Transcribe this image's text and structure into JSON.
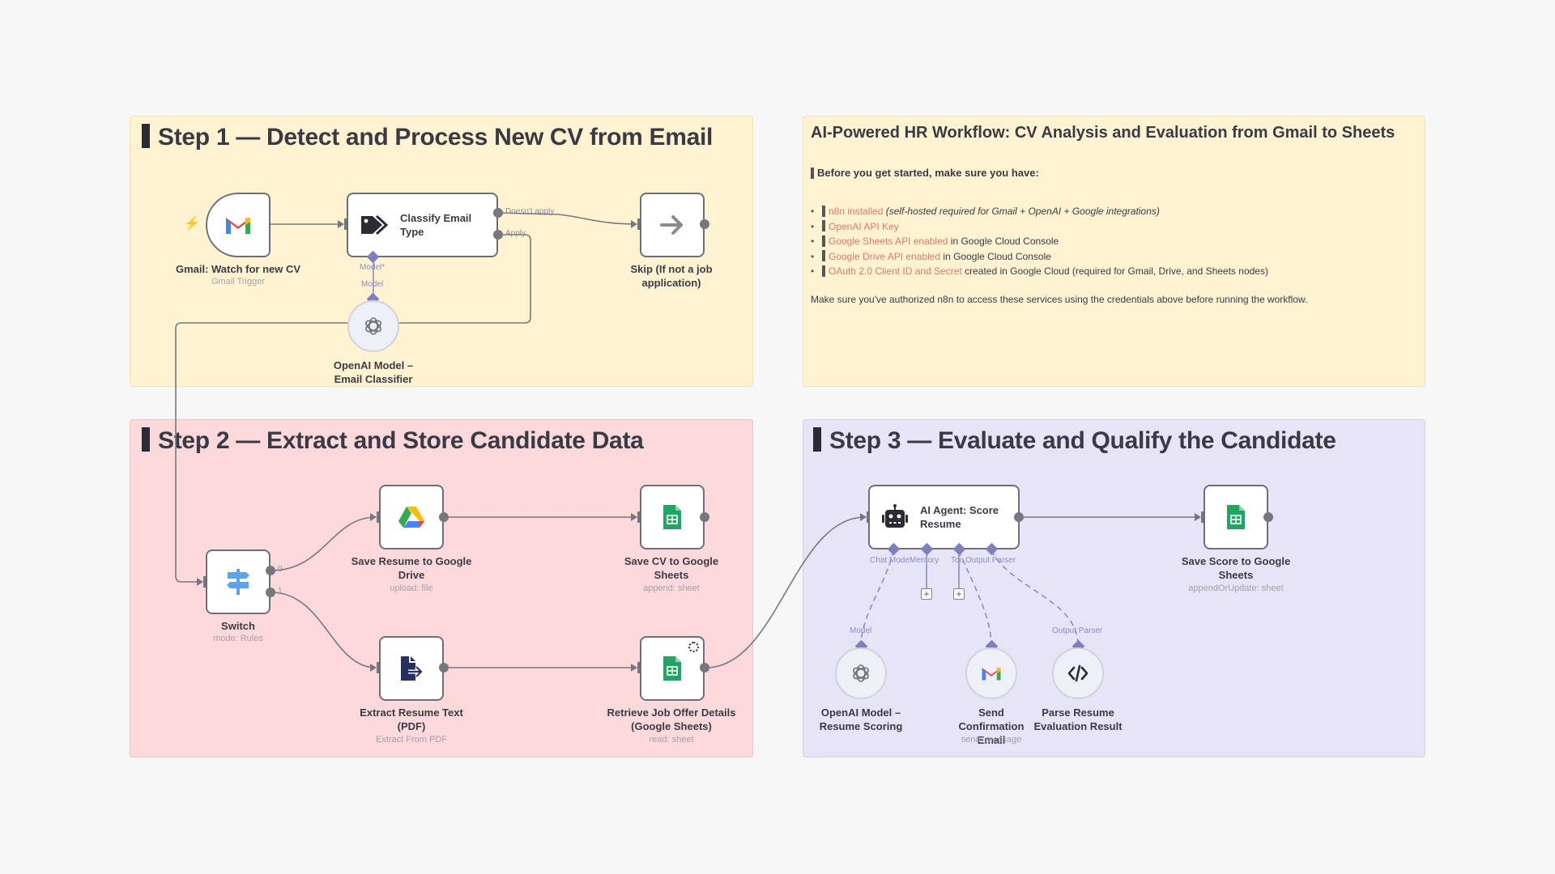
{
  "canvas": {
    "background": "#f7f7f8"
  },
  "stickies": {
    "step1": {
      "title": "Step 1 — Detect and Process New CV from Email",
      "color": "#fff3d2"
    },
    "step2": {
      "title": "Step 2 — Extract and Store Candidate Data",
      "color": "#fcd9db"
    },
    "step3": {
      "title": "Step 3 — Evaluate and Qualify the Candidate",
      "color": "#e6e4f6"
    },
    "info": {
      "title": "AI-Powered HR Workflow: CV Analysis and Evaluation from Gmail to Sheets",
      "subtitle": "Before you get started, make sure you have:",
      "items": [
        {
          "link": "n8n installed",
          "rest": " (self-hosted required for Gmail + OpenAI + Google integrations)",
          "italic": true
        },
        {
          "link": "OpenAI API Key",
          "rest": ""
        },
        {
          "link": "Google Sheets API enabled",
          "rest": " in Google Cloud Console"
        },
        {
          "link": "Google Drive API enabled",
          "rest": " in Google Cloud Console"
        },
        {
          "link": "OAuth 2.0 Client ID and Secret",
          "rest": " created in Google Cloud (required for Gmail, Drive, and Sheets nodes)"
        }
      ],
      "note": "Make sure you've authorized n8n to access these services using the credentials above before running the workflow.",
      "link_color": "#e07a6b"
    }
  },
  "nodes": {
    "gmail_trigger": {
      "title": "Gmail: Watch for new CV",
      "subtitle": "Gmail Trigger",
      "icon": "gmail-icon"
    },
    "classify": {
      "title": "Classify Email Type",
      "icon": "tag-icon",
      "outputs": [
        "Doesn't apply",
        "Apply"
      ],
      "port": "Model*"
    },
    "skip": {
      "title": "Skip (If not a job application)",
      "icon": "arrow-right-icon"
    },
    "openai_classifier": {
      "title": "OpenAI Model – Email Classifier",
      "icon": "openai-icon",
      "port": "Model"
    },
    "switch": {
      "title": "Switch",
      "subtitle": "mode: Rules",
      "icon": "signpost-icon",
      "outputs": [
        "0",
        "1"
      ]
    },
    "save_drive": {
      "title": "Save Resume to Google Drive",
      "subtitle": "upload: file",
      "icon": "google-drive-icon"
    },
    "save_cv_sheets": {
      "title": "Save CV to Google Sheets",
      "subtitle": "append: sheet",
      "icon": "google-sheets-icon"
    },
    "extract_pdf": {
      "title": "Extract Resume Text (PDF)",
      "subtitle": "Extract From PDF",
      "icon": "file-export-icon"
    },
    "retrieve_job": {
      "title": "Retrieve Job Offer Details (Google Sheets)",
      "subtitle": "read: sheet",
      "icon": "google-sheets-icon"
    },
    "ai_agent": {
      "title": "AI Agent: Score Resume",
      "icon": "robot-icon",
      "ports": [
        "Chat Mode",
        "Memory",
        "Too",
        "Output Parser"
      ]
    },
    "save_score": {
      "title": "Save Score to Google Sheets",
      "subtitle": "appendOrUpdate: sheet",
      "icon": "google-sheets-icon"
    },
    "openai_scoring": {
      "title": "OpenAI Model – Resume Scoring",
      "icon": "openai-icon",
      "port": "Model"
    },
    "send_email": {
      "title": "Send Confirmation Email",
      "subtitle": "send: message",
      "icon": "gmail-icon"
    },
    "parse_result": {
      "title": "Parse Resume Evaluation Result",
      "icon": "code-icon",
      "port": "Output Parser"
    }
  },
  "misc": {
    "plus": "+"
  }
}
